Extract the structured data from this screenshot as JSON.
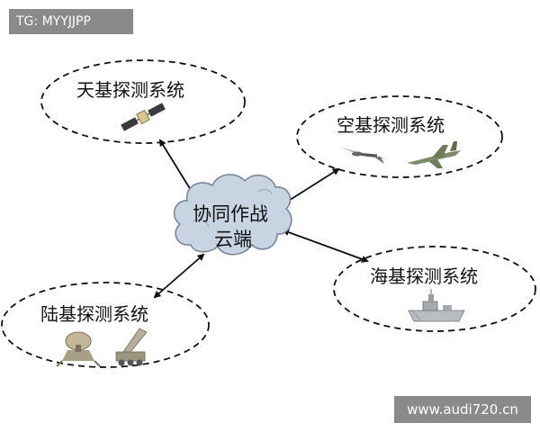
{
  "watermarks": {
    "top_left": "TG: MYYJJPP",
    "bottom_right": "www.audi720.cn"
  },
  "nodes": {
    "space": "天基探测系统",
    "air": "空基探测系统",
    "sea": "海基探测系统",
    "land": "陆基探测系统"
  },
  "center": {
    "line1": "协同作战",
    "line2": "云端"
  },
  "colors": {
    "cloud_fill": "#c9d4e3",
    "cloud_stroke": "#7a869a",
    "ellipse_stroke": "#111111",
    "arrow": "#111111"
  }
}
